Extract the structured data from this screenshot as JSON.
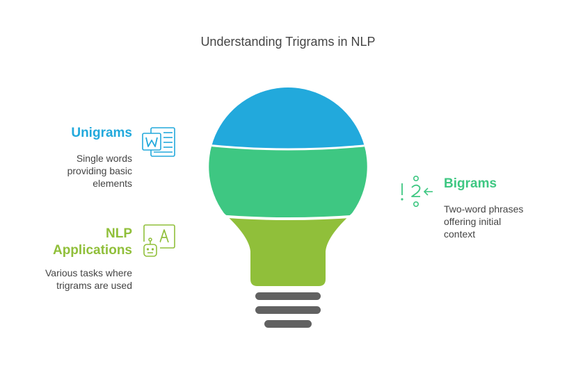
{
  "title": "Understanding Trigrams in NLP",
  "colors": {
    "unigrams": "#22a9dc",
    "bigrams": "#3ec782",
    "applications": "#90bf3a",
    "base": "#616161",
    "text": "#444444"
  },
  "sections": {
    "unigrams": {
      "heading": "Unigrams",
      "desc_lines": [
        "Single words",
        "providing basic",
        "elements"
      ],
      "icon": "word-document-icon"
    },
    "bigrams": {
      "heading": "Bigrams",
      "desc_lines": [
        "Two-word phrases",
        "offering initial",
        "context"
      ],
      "icon": "ordered-sequence-icon"
    },
    "applications": {
      "heading_lines": [
        "NLP",
        "Applications"
      ],
      "desc_lines": [
        "Various tasks where",
        "trigrams are used"
      ],
      "icon": "robot-text-icon"
    }
  }
}
